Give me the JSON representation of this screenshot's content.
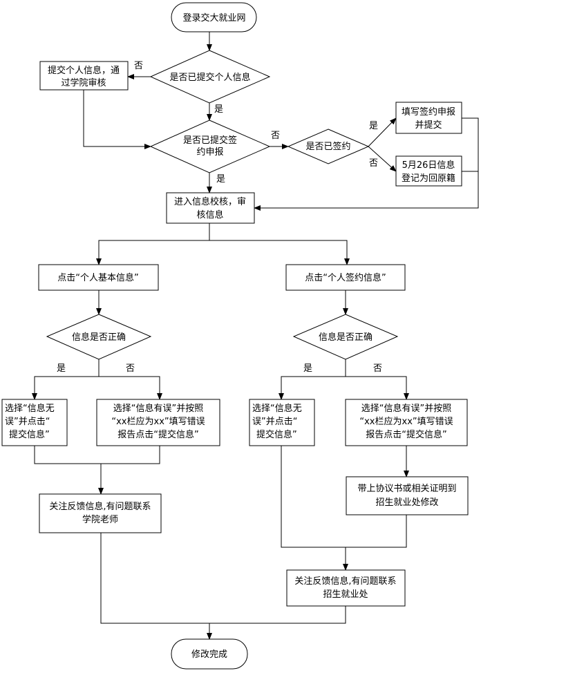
{
  "nodes": {
    "start": "登录交大就业网",
    "d1": "是否已提交个人信息",
    "submit_info": [
      "提交个人信息，通",
      "过学院审核"
    ],
    "d2": [
      "是否已提交签",
      "约申报"
    ],
    "d3": "是否已签约",
    "fill_sign": [
      "填写签约申报",
      "并提交"
    ],
    "register_home": [
      "5月26日信息",
      "登记为回原籍"
    ],
    "verify": [
      "进入信息校核，审",
      "核信息"
    ],
    "click_basic": "点击“个人基本信息”",
    "click_sign": "点击“个人签约信息”",
    "d_left": "信息是否正确",
    "d_right": "信息是否正确",
    "ok_left": [
      "选择“信息无",
      "误”并点击“",
      "提交信息”"
    ],
    "err_left": [
      "选择“信息有误”并按照",
      "“xx栏应为xx”填写错误",
      "报告点击“提交信息”"
    ],
    "ok_right": [
      "选择“信息无",
      "误”并点击“",
      "提交信息”"
    ],
    "err_right": [
      "选择“信息有误”并按照",
      "“xx栏应为xx”填写错误",
      "报告点击“提交信息”"
    ],
    "bring_docs": [
      "带上协议书或相关证明到",
      "招生就业处修改"
    ],
    "follow_college": [
      "关注反馈信息,有问题联系",
      "学院老师"
    ],
    "follow_office": [
      "关注反馈信息,有问题联系",
      "招生就业处"
    ],
    "end": "修改完成"
  },
  "labels": {
    "yes": "是",
    "no": "否"
  }
}
